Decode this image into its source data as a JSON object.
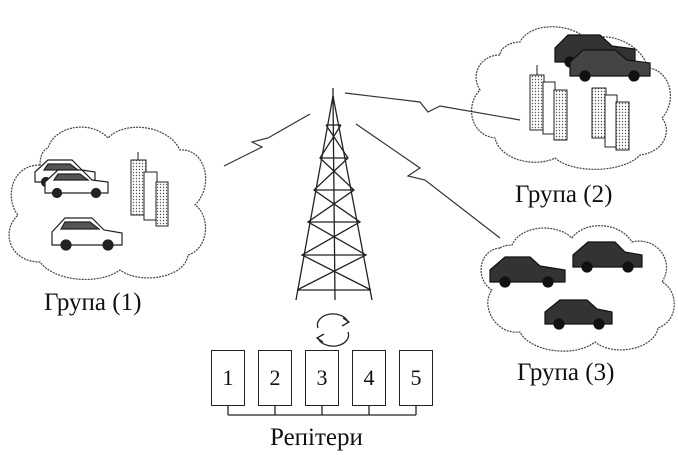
{
  "groups": [
    {
      "label": "Група (1)"
    },
    {
      "label": "Група (2)"
    },
    {
      "label": "Група (3)"
    }
  ],
  "repeaters": {
    "label": "Репітери",
    "units": [
      "1",
      "2",
      "3",
      "4",
      "5"
    ]
  }
}
